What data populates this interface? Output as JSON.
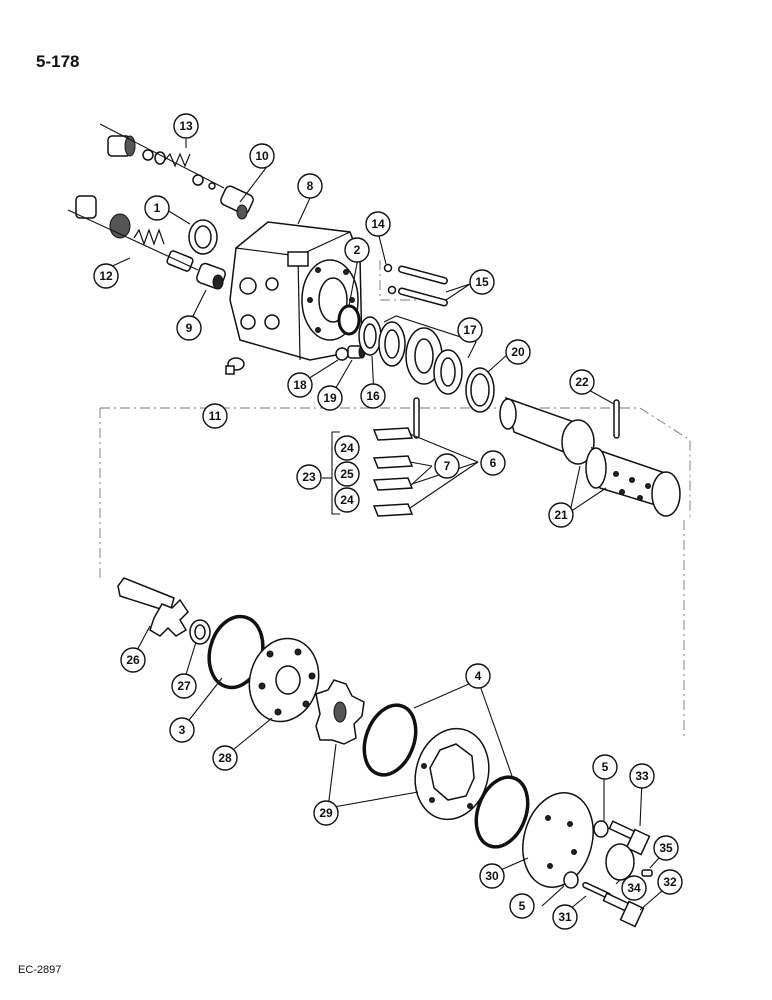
{
  "page": {
    "page_number": "5-178",
    "figure_code": "EC-2897"
  },
  "callouts": [
    "1",
    "2",
    "3",
    "4",
    "4",
    "5",
    "5",
    "6",
    "7",
    "8",
    "9",
    "10",
    "11",
    "12",
    "13",
    "14",
    "15",
    "16",
    "17",
    "18",
    "19",
    "20",
    "21",
    "21",
    "22",
    "23",
    "24",
    "24",
    "25",
    "26",
    "27",
    "28",
    "29",
    "29",
    "30",
    "31",
    "32",
    "33",
    "34",
    "35"
  ],
  "colors": {
    "ink": "#111111",
    "paper": "#ffffff",
    "shadow": "#555555"
  }
}
